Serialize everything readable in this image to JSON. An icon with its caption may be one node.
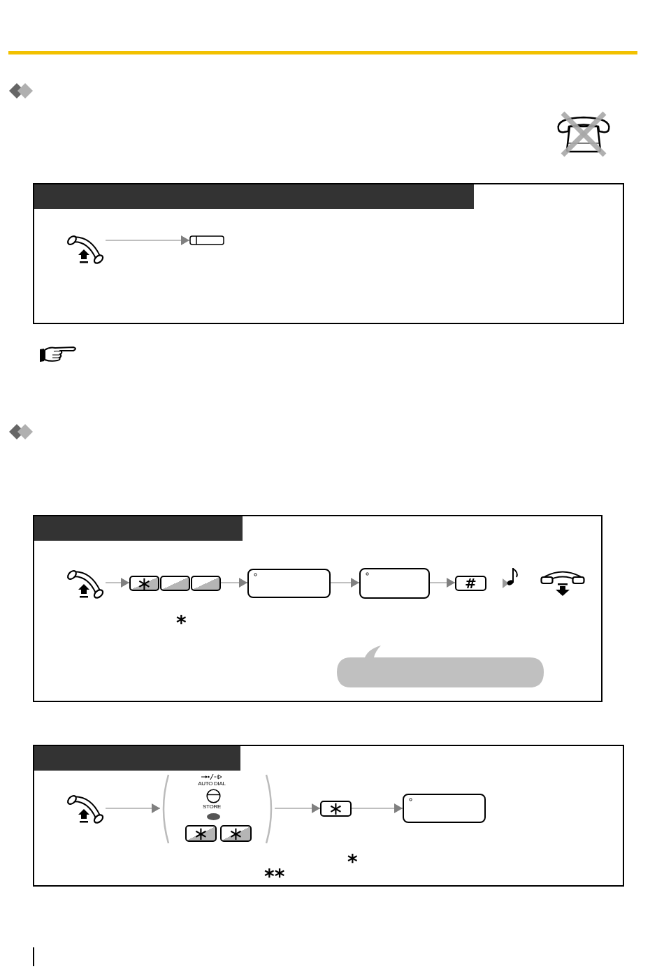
{
  "diagram": {
    "nodes": [
      {
        "text": [],
        "shape": "box"
      },
      {
        "text": [],
        "shape": "picture",
        "in": 0
      },
      {
        "text": [],
        "shape": "box",
        "in": 0
      },
      {
        "text": [],
        "shape": "box"
      },
      {
        "text": [],
        "shape": "picture",
        "in": 3
      },
      {
        "text": [
          "∗"
        ],
        "in": 3
      },
      {
        "text": [],
        "shape": "box",
        "in": 3
      },
      {
        "text": [],
        "shape": "box",
        "in": 3
      },
      {
        "text": [],
        "shape": "box",
        "in": 3
      },
      {
        "text": [],
        "shape": "box",
        "in": 3
      },
      {
        "text": [
          "#"
        ],
        "in": 3
      },
      {
        "text": [],
        "shape": "picture",
        "in": 3
      },
      {
        "text": [],
        "shape": "picture",
        "in": 3
      },
      {
        "text": [],
        "shape": "bubble",
        "in": 3
      },
      {
        "text": [],
        "shape": "box"
      },
      {
        "text": [],
        "shape": "picture",
        "in": 14
      },
      {
        "text": [],
        "shape": "bracket",
        "in": 14
      },
      {
        "text": [
          "AUTO DIAL",
          "STORE"
        ],
        "in": 16
      },
      {
        "text": [
          "∗"
        ],
        "in": 16
      },
      {
        "text": [
          "∗"
        ],
        "in": 16
      },
      {
        "text": [
          "∗"
        ],
        "in": 14
      },
      {
        "text": [],
        "shape": "box",
        "in": 14
      }
    ],
    "edges": [
      {
        "from": 1,
        "to": 2,
        "arrow": "to"
      },
      {
        "from": 4,
        "to": 5,
        "arrow": "to"
      },
      {
        "from": 7,
        "to": 8,
        "arrow": "to"
      },
      {
        "from": 8,
        "to": 9,
        "arrow": "to"
      },
      {
        "from": 9,
        "to": 10,
        "arrow": "to"
      },
      {
        "from": 15,
        "to": 16,
        "arrow": "to"
      },
      {
        "from": 16,
        "to": 20,
        "arrow": "to"
      },
      {
        "from": 20,
        "to": 21,
        "arrow": "to"
      }
    ],
    "labels": [
      "*",
      "*",
      "**"
    ]
  }
}
